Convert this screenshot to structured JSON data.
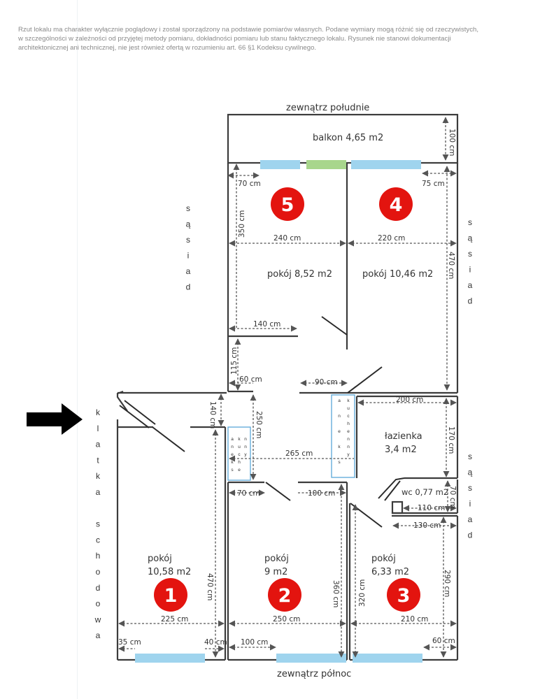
{
  "disclaimer": {
    "lines": [
      "Rzut lokalu ma charakter wyłącznie poglądowy i został sporządzony na podstawie pomiarów własnych. Podane wymiary mogą różnić się od rzeczywistych,",
      "w szczególności w zależności od przyjętej metody pomiaru, dokładności pomiaru lub stanu faktycznego lokalu. Rysunek nie stanowi dokumentacji",
      "architektonicznej ani technicznej, nie jest również ofertą w rozumieniu art. 66 §1 Kodeksu cywilnego."
    ]
  },
  "orientation": {
    "south": "zewnątrz południe",
    "north": "zewnątrz północ"
  },
  "side_labels": {
    "neighbor": "sąsiad",
    "staircase": "klatka schodowa"
  },
  "colors": {
    "badge": "#e3140f",
    "window": "#9fd4ee",
    "balcony_door": "#a8d68c",
    "annex_outline": "#5aa8d8",
    "wall": "#3c3c3c"
  },
  "rooms": [
    {
      "id": 1,
      "name": "pokój",
      "area": "10,58 m2"
    },
    {
      "id": 2,
      "name": "pokój",
      "area": "9 m2"
    },
    {
      "id": 3,
      "name": "pokój",
      "area": "6,33 m2"
    },
    {
      "id": 4,
      "name": "pokój",
      "area": "10,46 m2",
      "label": "pokój 10,46 m2"
    },
    {
      "id": 5,
      "name": "pokój",
      "area": "8,52 m2",
      "label": "pokój 8,52 m2"
    }
  ],
  "balcony": {
    "label": "balkon 4,65 m2"
  },
  "bathroom": {
    "name": "łazienka",
    "area": "3,4 m2"
  },
  "wc": {
    "label": "wc 0,77 m2"
  },
  "annex": {
    "word1": "aneks",
    "word2": "kuchenny"
  },
  "badges": [
    "1",
    "2",
    "3",
    "4",
    "5"
  ],
  "dimensions": {
    "balcony_depth": "100 cm",
    "r5_window_offset": "70 cm",
    "r4_window_offset": "75 cm",
    "r5_depth": "350 cm",
    "r5_width": "240 cm",
    "r4_width": "220 cm",
    "r4_depth": "470 cm",
    "r5_wall": "140 cm",
    "hall_115": "115 cm",
    "hall_60": "60 cm",
    "hall_90": "90 cm",
    "bath_width": "200 cm",
    "bath_depth": "170 cm",
    "entry_140": "140 cm",
    "hall_250": "250 cm",
    "hall_265": "265 cm",
    "r2_door_70": "70 cm",
    "r2_100": "100 cm",
    "wc_depth": "70 cm",
    "wc_110": "110 cm",
    "wc_130": "130 cm",
    "r1_depth": "470 cm",
    "r2_depth": "360 cm",
    "r3_depth": "320 cm",
    "r3_290": "290 cm",
    "r1_width": "225 cm",
    "r2_width": "250 cm",
    "r3_width": "210 cm",
    "r1_35": "35 cm",
    "r1_40": "40 cm",
    "r2_100b": "100 cm",
    "r3_60": "60 cm"
  }
}
